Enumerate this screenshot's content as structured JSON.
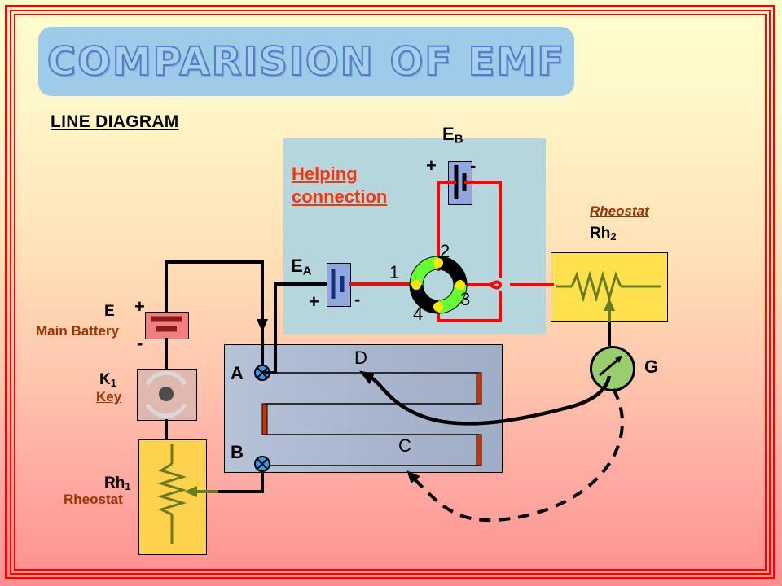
{
  "page": {
    "title": "COMPARISION OF EMF",
    "subtitle": "LINE DIAGRAM",
    "background_top": "#ffffcc",
    "background_bottom": "#ff8f8f",
    "frame_color": "#ff0000",
    "banner_color": "#9ecbe8"
  },
  "helping": {
    "label": "Helping\nconnection",
    "label_line1": "Helping",
    "label_line2": "connection",
    "panel_color": "#b6d6dd",
    "text_color": "#ff3300"
  },
  "cells": {
    "eb": {
      "label": "E",
      "subscript": "B",
      "plus": "+",
      "minus": "-",
      "color": "#8fa9e0"
    },
    "ea": {
      "label": "E",
      "subscript": "A",
      "plus": "+",
      "minus": "-",
      "color": "#8fa9e0"
    },
    "main": {
      "label": "E",
      "name": "Main Battery",
      "plus": "+",
      "minus": "-",
      "color": "#f08080",
      "text_color": "#993300"
    }
  },
  "key": {
    "label": "K",
    "subscript": "1",
    "name": "Key",
    "color": "#e0b8b0"
  },
  "rheostat1": {
    "label": "Rh",
    "subscript": "1",
    "name": "Rheostat",
    "color": "#ffd24d",
    "coil_color": "#6b7a1e"
  },
  "rheostat2": {
    "label": "Rh",
    "subscript": "2",
    "name": "Rheostat",
    "color": "#ffe14d",
    "coil_color": "#6b7a1e"
  },
  "galvanometer": {
    "label": "G",
    "color": "#9acd6e"
  },
  "commutator": {
    "terminals": [
      "1",
      "2",
      "3",
      "4"
    ],
    "ring_color": "#000000",
    "segment_color": "#66ff33",
    "terminal_color": "#ffe600"
  },
  "potentiometer": {
    "terminal_a": "A",
    "terminal_b": "B",
    "point_c": "C",
    "point_d": "D",
    "board_color": "#aab8cf",
    "terminal_color": "#3399ee",
    "strip_color": "#cc3300"
  },
  "wire_colors": {
    "black": "#000000",
    "red": "#ff0000",
    "olive": "#6b7a1e"
  }
}
